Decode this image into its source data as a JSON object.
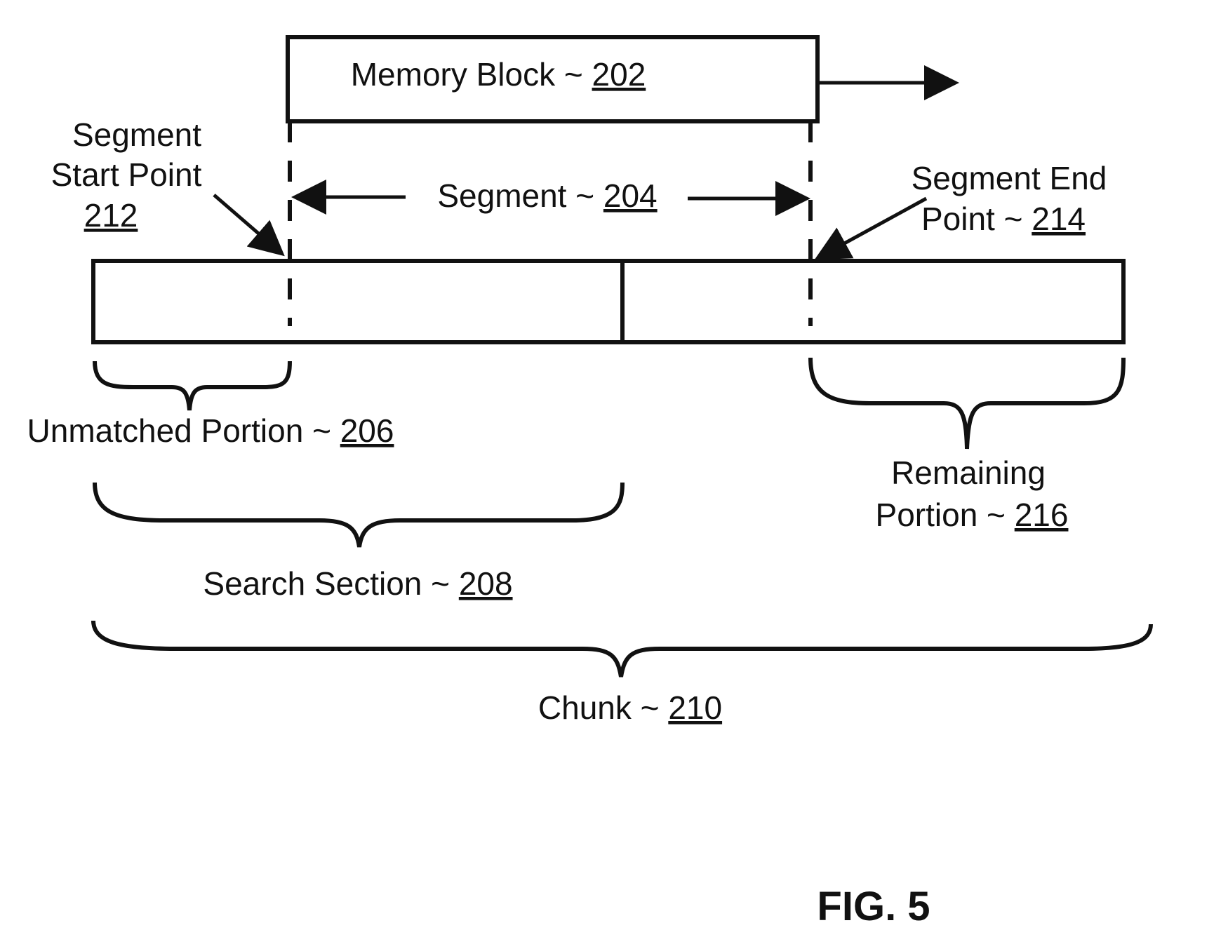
{
  "figure_label": "FIG. 5",
  "labels": {
    "memory_block": {
      "text": "Memory Block ~ ",
      "ref": "202"
    },
    "segment": {
      "text": "Segment ~ ",
      "ref": "204"
    },
    "unmatched_portion": {
      "text": "Unmatched Portion ~ ",
      "ref": "206"
    },
    "search_section": {
      "text": "Search Section ~ ",
      "ref": "208"
    },
    "chunk": {
      "text": "Chunk ~ ",
      "ref": "210"
    },
    "segment_start_point": {
      "line1": "Segment",
      "line2": "Start Point",
      "ref": "212"
    },
    "segment_end_point": {
      "line1": "Segment End",
      "line2_text": "Point ~ ",
      "ref": "214"
    },
    "remaining_portion": {
      "line1": "Remaining",
      "line2_text": "Portion ~ ",
      "ref": "216"
    }
  }
}
